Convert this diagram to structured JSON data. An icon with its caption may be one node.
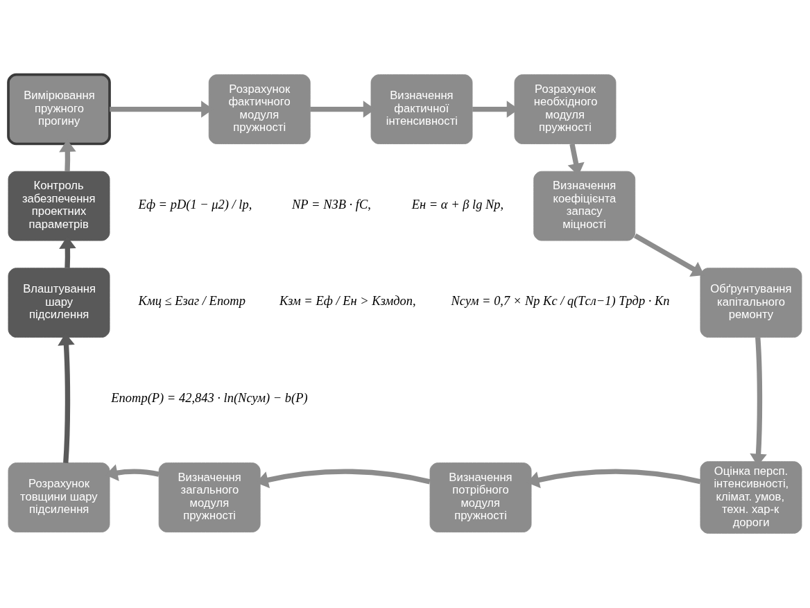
{
  "diagram": {
    "nodes": [
      {
        "text": [
          "Вимірювання пружного прогину"
        ]
      },
      {
        "text": [
          "Розрахунок фактичного модуля пружності"
        ]
      },
      {
        "text": [
          "Визначення фактичної інтенсивності"
        ]
      },
      {
        "text": [
          "Розрахунок необхідного модуля пружності"
        ]
      },
      {
        "text": [
          "Визначення коефіцієнта запасу міцності"
        ]
      },
      {
        "text": [
          "Обґрунтування капітального ремонту"
        ]
      },
      {
        "text": [
          "Оцінка персп. інтенсивності, клімат. умов, техн. хар-к дороги"
        ]
      },
      {
        "text": [
          "Визначення потрібного модуля пружності"
        ]
      },
      {
        "text": [
          "Визначення загального модуля пружності"
        ]
      },
      {
        "text": [
          "Розрахунок товщини шару підсилення"
        ]
      },
      {
        "text": [
          "Влаштування шару підсилення"
        ]
      },
      {
        "text": [
          "Контроль забезпечення проектних параметрів"
        ]
      }
    ],
    "edges": [
      {
        "from": 0,
        "to": 1,
        "arrow": "to"
      },
      {
        "from": 1,
        "to": 2,
        "arrow": "to"
      },
      {
        "from": 2,
        "to": 3,
        "arrow": "to"
      },
      {
        "from": 3,
        "to": 4,
        "arrow": "to"
      },
      {
        "from": 4,
        "to": 5,
        "arrow": "to"
      },
      {
        "from": 5,
        "to": 6,
        "arrow": "to"
      },
      {
        "from": 6,
        "to": 7,
        "arrow": "to"
      },
      {
        "from": 7,
        "to": 8,
        "arrow": "to"
      },
      {
        "from": 8,
        "to": 9,
        "arrow": "to"
      },
      {
        "from": 9,
        "to": 10,
        "arrow": "to",
        "color": "#5a5a5a"
      },
      {
        "from": 10,
        "to": 11,
        "arrow": "to",
        "color": "#5a5a5a"
      },
      {
        "from": 11,
        "to": 0,
        "arrow": "to"
      }
    ],
    "labels": [
      "NР = NЗВ · fС,",
      "Eн = α + β lg Nр,",
      "Eф = pD(1 − μ2) / lр,",
      "Kзм = Eф / Eн > Kзмдоп,",
      "Kмц ≤ Eзаг / Eпотр",
      "Nсум = 0,7 × Nр Kс / q(Tсл−1) Tрдр · Kп",
      "Eпотр(P) = 42,843 · ln(Nсум) − b(P)"
    ]
  }
}
